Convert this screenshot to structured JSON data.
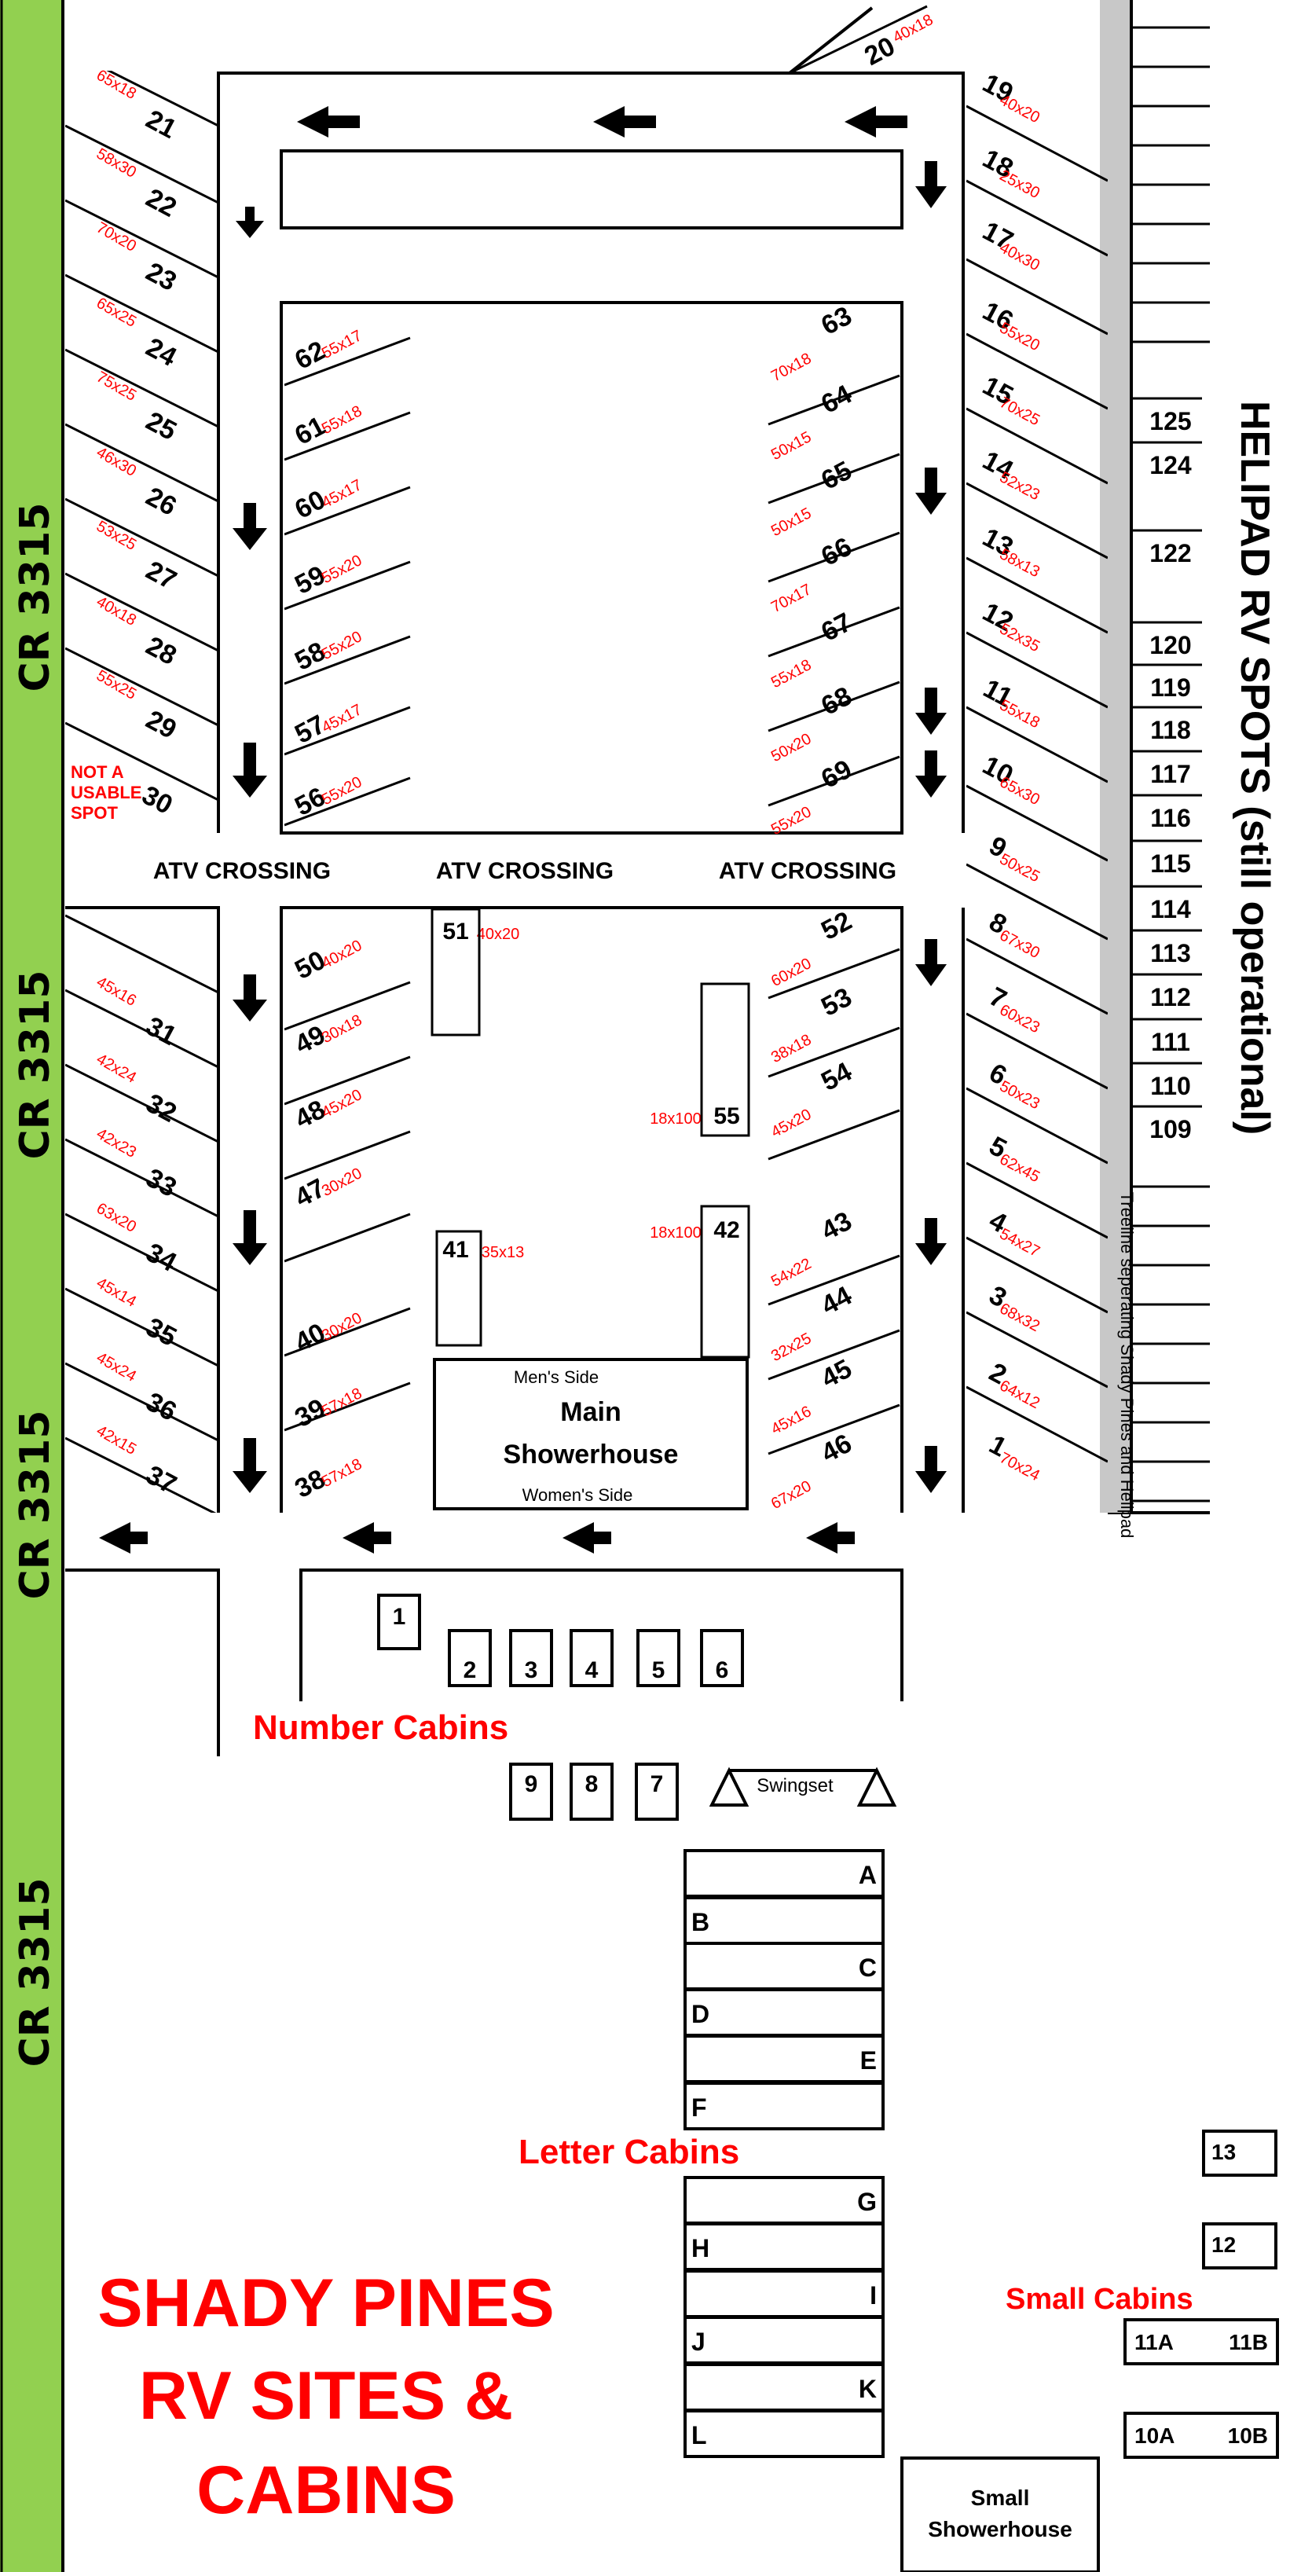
{
  "title": [
    "SHADY PINES",
    "RV SITES &",
    "CABINS"
  ],
  "road_label": "CR 3315",
  "helipad_label": "HELIPAD RV SPOTS (still operational)",
  "treeline_label": "Treeline seperating Shady Pines and Helipad",
  "atv_crossing": "ATV CROSSING",
  "not_usable": [
    "NOT A",
    "USABLE",
    "SPOT"
  ],
  "main_showerhouse": {
    "name": [
      "Main",
      "Showerhouse"
    ],
    "top": "Men's Side",
    "bottom": "Women's Side"
  },
  "small_showerhouse": [
    "Small",
    "Showerhouse"
  ],
  "swingset": "Swingset",
  "section_labels": {
    "number_cabins": "Number Cabins",
    "letter_cabins": "Letter Cabins",
    "small_cabins": "Small Cabins"
  },
  "colors": {
    "road": "#92d050",
    "accent": "#ff0000",
    "treeline": "#c8c8c8"
  },
  "rv_sites": [
    {
      "n": "1",
      "size": "70x24"
    },
    {
      "n": "2",
      "size": "64x12"
    },
    {
      "n": "3",
      "size": "68x32"
    },
    {
      "n": "4",
      "size": "54x27"
    },
    {
      "n": "5",
      "size": "62x45"
    },
    {
      "n": "6",
      "size": "50x23"
    },
    {
      "n": "7",
      "size": "60x23"
    },
    {
      "n": "8",
      "size": "67x30"
    },
    {
      "n": "9",
      "size": "50x25"
    },
    {
      "n": "10",
      "size": "65x30"
    },
    {
      "n": "11",
      "size": "55x18"
    },
    {
      "n": "12",
      "size": "52x35"
    },
    {
      "n": "13",
      "size": "58x13"
    },
    {
      "n": "14",
      "size": "52x23"
    },
    {
      "n": "15",
      "size": "70x25"
    },
    {
      "n": "16",
      "size": "55x20"
    },
    {
      "n": "17",
      "size": "40x30"
    },
    {
      "n": "18",
      "size": "25x30"
    },
    {
      "n": "19",
      "size": "40x20"
    },
    {
      "n": "20",
      "size": "40x18"
    },
    {
      "n": "21",
      "size": "65x18"
    },
    {
      "n": "22",
      "size": "58x30"
    },
    {
      "n": "23",
      "size": "70x20"
    },
    {
      "n": "24",
      "size": "65x25"
    },
    {
      "n": "25",
      "size": "75x25"
    },
    {
      "n": "26",
      "size": "46x30"
    },
    {
      "n": "27",
      "size": "53x25"
    },
    {
      "n": "28",
      "size": "40x18"
    },
    {
      "n": "29",
      "size": "55x25"
    },
    {
      "n": "30",
      "size": ""
    },
    {
      "n": "31",
      "size": "45x16"
    },
    {
      "n": "32",
      "size": "42x24"
    },
    {
      "n": "33",
      "size": "42x23"
    },
    {
      "n": "34",
      "size": "63x20"
    },
    {
      "n": "35",
      "size": "45x14"
    },
    {
      "n": "36",
      "size": "45x24"
    },
    {
      "n": "37",
      "size": "42x15"
    },
    {
      "n": "38",
      "size": "57x18"
    },
    {
      "n": "39",
      "size": "57x18"
    },
    {
      "n": "40",
      "size": "30x20"
    },
    {
      "n": "41",
      "size": "35x13"
    },
    {
      "n": "42",
      "size": "18x100"
    },
    {
      "n": "43",
      "size": "54x22"
    },
    {
      "n": "44",
      "size": "32x25"
    },
    {
      "n": "45",
      "size": "45x16"
    },
    {
      "n": "46",
      "size": "67x20"
    },
    {
      "n": "47",
      "size": "30x20"
    },
    {
      "n": "48",
      "size": "45x20"
    },
    {
      "n": "49",
      "size": "30x18"
    },
    {
      "n": "50",
      "size": "40x20"
    },
    {
      "n": "51",
      "size": "40x20"
    },
    {
      "n": "52",
      "size": "60x20"
    },
    {
      "n": "53",
      "size": "38x18"
    },
    {
      "n": "54",
      "size": "45x20"
    },
    {
      "n": "55",
      "size": "18x100"
    },
    {
      "n": "56",
      "size": "55x20"
    },
    {
      "n": "57",
      "size": "45x17"
    },
    {
      "n": "58",
      "size": "55x20"
    },
    {
      "n": "59",
      "size": "55x20"
    },
    {
      "n": "60",
      "size": "45x17"
    },
    {
      "n": "61",
      "size": "55x18"
    },
    {
      "n": "62",
      "size": "55x17"
    },
    {
      "n": "63",
      "size": "70x18"
    },
    {
      "n": "64",
      "size": "50x15"
    },
    {
      "n": "65",
      "size": "50x15"
    },
    {
      "n": "66",
      "size": "70x17"
    },
    {
      "n": "67",
      "size": "55x18"
    },
    {
      "n": "68",
      "size": "50x20"
    },
    {
      "n": "69",
      "size": "55x20"
    }
  ],
  "helipad_spots": [
    "125",
    "124",
    "122",
    "120",
    "119",
    "118",
    "117",
    "116",
    "115",
    "114",
    "113",
    "112",
    "111",
    "110",
    "109"
  ],
  "number_cabins": [
    "1",
    "2",
    "3",
    "4",
    "5",
    "6",
    "9",
    "8",
    "7"
  ],
  "letter_cabins": [
    "A",
    "B",
    "C",
    "D",
    "E",
    "F",
    "G",
    "H",
    "I",
    "J",
    "K",
    "L"
  ],
  "small_cabins": [
    "13",
    "12",
    "11A",
    "11B",
    "10A",
    "10B"
  ]
}
